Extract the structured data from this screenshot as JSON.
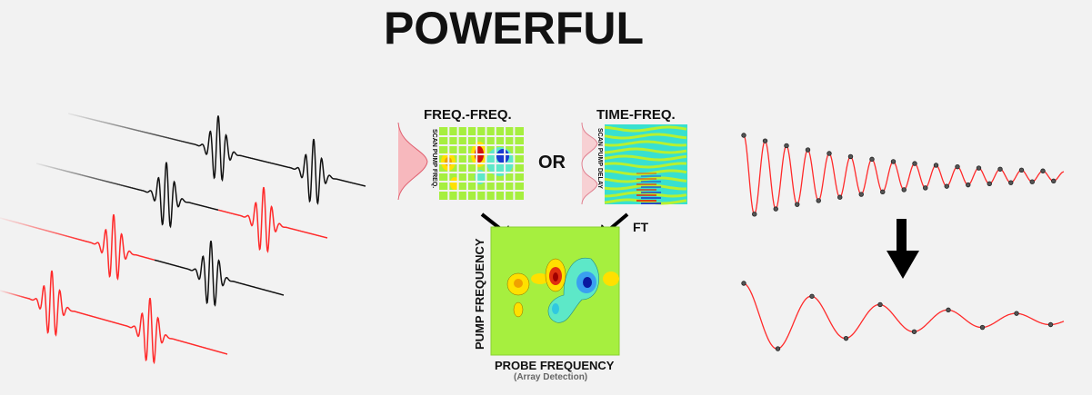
{
  "title": "POWERFUL",
  "middle": {
    "freq_freq_label": "FREQ.-FREQ.",
    "scan_pump_freq_label": "SCAN PUMP FREQ.",
    "or_label": "OR",
    "time_freq_label": "TIME-FREQ.",
    "scan_pump_delay_label": "SCAN PUMP DELAY",
    "ft_label": "FT",
    "pump_frequency_label": "PUMP FREQUENCY",
    "probe_frequency_label": "PROBE FREQUENCY",
    "array_detection_label": "(Array Detection)"
  },
  "colors": {
    "trace_red": "#ff2a2a",
    "trace_black": "#111111",
    "panel_green": "#a6ef3f",
    "cyan_bg": "#38e0d0",
    "dot": "#555555"
  }
}
